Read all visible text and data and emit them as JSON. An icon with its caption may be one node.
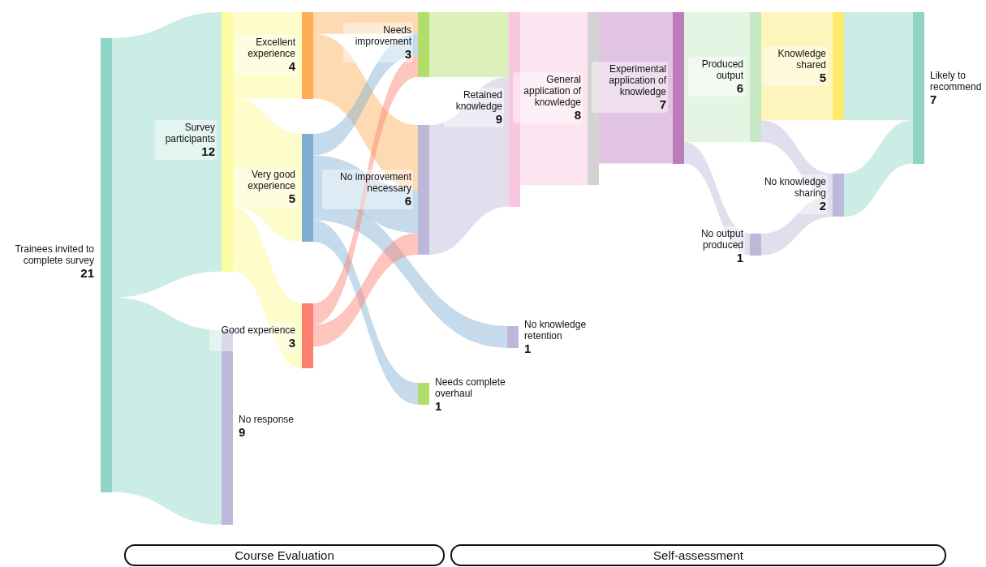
{
  "diagram": {
    "nodes": [
      {
        "text": [
          "Trainees invited to complete survey",
          "21"
        ]
      },
      {
        "text": [
          "Survey participants",
          "12"
        ]
      },
      {
        "text": [
          "No response",
          "9"
        ]
      },
      {
        "text": [
          "Excellent experience",
          "4"
        ]
      },
      {
        "text": [
          "Very good experience",
          "5"
        ]
      },
      {
        "text": [
          "Good experience",
          "3"
        ]
      },
      {
        "text": [
          "Needs improvement",
          "3"
        ]
      },
      {
        "text": [
          "No improvement necessary",
          "6"
        ]
      },
      {
        "text": [
          "Needs complete overhaul",
          "1"
        ]
      },
      {
        "text": [
          "No knowledge retention",
          "1"
        ]
      },
      {
        "text": [
          "Retained knowledge",
          "9"
        ]
      },
      {
        "text": [
          "General application of knowledge",
          "8"
        ]
      },
      {
        "text": [
          "Experimental application of knowledge",
          "7"
        ]
      },
      {
        "text": [
          "Produced output",
          "6"
        ]
      },
      {
        "text": [
          "No output produced",
          "1"
        ]
      },
      {
        "text": [
          "Knowledge shared",
          "5"
        ]
      },
      {
        "text": [
          "No knowledge sharing",
          "2"
        ]
      },
      {
        "text": [
          "Likely to recommend",
          "7"
        ]
      },
      {
        "text": [
          "Course Evaluation"
        ]
      },
      {
        "text": [
          "Self-assessment"
        ]
      }
    ],
    "edges": [
      {
        "from": 0,
        "to": 1,
        "arrow": "none",
        "color": "#8fd4c7"
      },
      {
        "from": 0,
        "to": 2,
        "arrow": "none",
        "color": "#8fd4c7"
      },
      {
        "from": 1,
        "to": 3,
        "arrow": "none",
        "color": "#fbf98a"
      },
      {
        "from": 1,
        "to": 4,
        "arrow": "none",
        "color": "#fbf98a"
      },
      {
        "from": 1,
        "to": 5,
        "arrow": "none",
        "color": "#fbf98a"
      },
      {
        "from": 3,
        "to": 6,
        "arrow": "none",
        "color": "#fdad56"
      },
      {
        "from": 3,
        "to": 7,
        "arrow": "none",
        "color": "#fdad56"
      },
      {
        "from": 4,
        "to": 6,
        "arrow": "none",
        "color": "#7eaed2"
      },
      {
        "from": 4,
        "to": 7,
        "arrow": "none",
        "color": "#7eaed2"
      },
      {
        "from": 4,
        "to": 9,
        "arrow": "none",
        "color": "#7eaed2"
      },
      {
        "from": 4,
        "to": 8,
        "arrow": "none",
        "color": "#7eaed2"
      },
      {
        "from": 5,
        "to": 6,
        "arrow": "none",
        "color": "#fd7f6f"
      },
      {
        "from": 5,
        "to": 7,
        "arrow": "none",
        "color": "#fd7f6f"
      },
      {
        "from": 6,
        "to": 10,
        "arrow": "none",
        "color": "#b3dd6a"
      },
      {
        "from": 7,
        "to": 10,
        "arrow": "none",
        "color": "#bdb8da"
      },
      {
        "from": 10,
        "to": 11,
        "arrow": "none",
        "color": "#f9c6df"
      },
      {
        "from": 11,
        "to": 12,
        "arrow": "none",
        "color": "#bd7dbd"
      },
      {
        "from": 12,
        "to": 13,
        "arrow": "none",
        "color": "#c6e8c3"
      },
      {
        "from": 12,
        "to": 14,
        "arrow": "none",
        "color": "#bdb8da"
      },
      {
        "from": 13,
        "to": 15,
        "arrow": "none",
        "color": "#fde96a"
      },
      {
        "from": 13,
        "to": 16,
        "arrow": "none",
        "color": "#bdb8da"
      },
      {
        "from": 14,
        "to": 16,
        "arrow": "none",
        "color": "#bdb8da"
      },
      {
        "from": 15,
        "to": 17,
        "arrow": "none",
        "color": "#8fd4c7"
      },
      {
        "from": 16,
        "to": 17,
        "arrow": "none",
        "color": "#8fd4c7"
      }
    ]
  }
}
